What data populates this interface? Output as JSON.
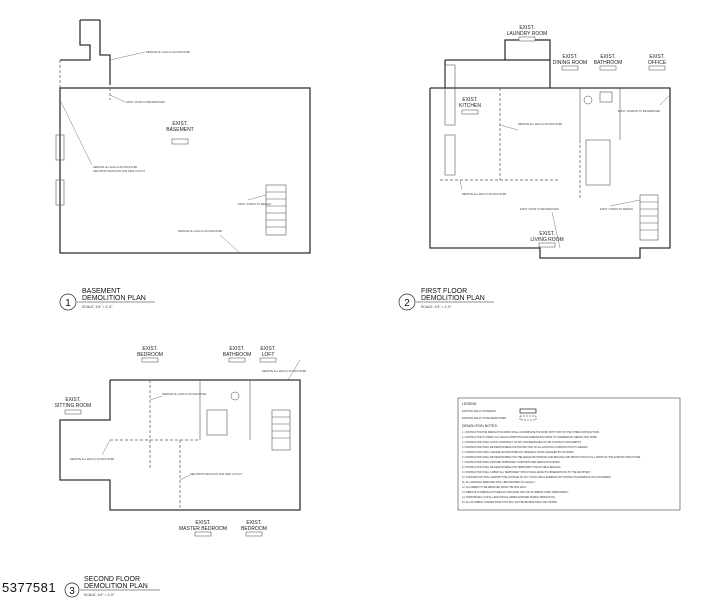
{
  "mls_id": "5377581",
  "plans": [
    {
      "number": "1",
      "title_line1": "BASEMENT",
      "title_line2": "DEMOLITION PLAN",
      "scale": "SCALE: 1/4\" = 1'-0\""
    },
    {
      "number": "2",
      "title_line1": "FIRST FLOOR",
      "title_line2": "DEMOLITION PLAN",
      "scale": "SCALE: 1/4\" = 1'-0\""
    },
    {
      "number": "3",
      "title_line1": "SECOND FLOOR",
      "title_line2": "DEMOLITION PLAN",
      "scale": "SCALE: 1/4\" = 1'-0\""
    }
  ],
  "rooms": {
    "basement": {
      "line1": "EXIST.",
      "line2": "BASEMENT"
    },
    "laundry": {
      "line1": "EXIST.",
      "line2": "LAUNDRY ROOM"
    },
    "dining": {
      "line1": "EXIST.",
      "line2": "DINING ROOM"
    },
    "bathroom_1": {
      "line1": "EXIST.",
      "line2": "BATHROOM"
    },
    "office": {
      "line1": "EXIST.",
      "line2": "OFFICE"
    },
    "kitchen": {
      "line1": "EXIST.",
      "line2": "KITCHEN"
    },
    "living": {
      "line1": "EXIST.",
      "line2": "LIVING ROOM"
    },
    "bedroom_top": {
      "line1": "EXIST.",
      "line2": "BEDROOM"
    },
    "bathroom_2": {
      "line1": "EXIST.",
      "line2": "BATHROOM"
    },
    "loft": {
      "line1": "EXIST.",
      "line2": "LOFT"
    },
    "sitting": {
      "line1": "EXIST.",
      "line2": "SITTING ROOM"
    },
    "master": {
      "line1": "EXIST.",
      "line2": "MASTER BEDROOM"
    },
    "bedroom_bottom": {
      "line1": "EXIST.",
      "line2": "BEDROOM"
    }
  },
  "notes": {
    "remove_walls": "REMOVE ALL WALLS AS INDICATED",
    "exist_door": "EXIST. DOOR TO BE REMOVED",
    "exist_window": "EXIST. WINDOW TO BE REMOVED",
    "stairs": "EXIST. STAIRS TO REMAIN",
    "new_layout": "SEE PROPOSED PLAN FOR NEW LAYOUT"
  },
  "legend": {
    "title": "LEGEND",
    "remain": "EXISTING WALLS TO REMAIN",
    "demolished": "EXISTING WALLS TO BE DEMOLISHED",
    "notes_title": "DEMOLITION NOTES:",
    "notes": [
      "1. CONTRACTOR FOR DEMOLITION WORK SHALL COORDINATE HIS WORK WITH THAT OF THE OTHER CONTRACTORS.",
      "2. CONTRACTOR TO VERIFY ALL FIELD CONDITIONS AND DIMENSIONS PRIOR TO COMMENCING DEMOLITION WORK.",
      "3. CONTRACTOR SHALL NOTIFY ARCHITECT OF ANY DISCREPANCIES IN THE CONTRACT DOCUMENTS.",
      "4. CONTRACTOR SHALL BE RESPONSIBLE FOR PROTECTION OF ALL EXISTING CONSTRUCTION TO REMAIN.",
      "5. CONTRACTOR SHALL ASSUME AND RESTORE ANY SIDEWALK WORK DAMAGED BY HIS WORK.",
      "6. CONTRACTOR SHALL BE RESPONSIBLE FOR THE ADEQUATE SHORING AND BRACING AND PROTECTION OF ALL PARTS OF THE EXISTING STRUCTURE.",
      "7. CONTRACTOR SHALL PROVIDE TEMPORARY SUPPORTS PER DEMOLITION WORK.",
      "8. CONTRACTOR SHALL BE RESPONSIBLE FOR TEMPORARY STRUCTURAL BRACING.",
      "9. CONTRACTOR SHALL SUBMIT ALL TEMPORARY STRUCTURAL EFFECTS OBSERVATIONS TO THE ARCHITECT.",
      "10. CONTRACTOR SHALL REPORT THE FOOTAGE OF ANY STRUCTURAL ELEMENT NOT SHOWN ON DRAWINGS OR UNCOVERED.",
      "11. ALL MATERIAL REMOVED SHALL BE DISPOSED OF LEGALLY.",
      "12. ALL DEBRIS TO BE REMOVED FROM THE SITE DAILY.",
      "13. REMOVE PLUMBING FIXTURES AS INDICATED AND CAP PLUMBING LINES TEMPORARILY.",
      "14. TEMPORARILY CAP ALL ELECTRICAL WIRES EXPOSED DURING DEMOLITION.",
      "15. ALL PLUMBING CONNECTIONS THAT WILL NOT BE REUSED SHALL BE CAPPED."
    ]
  },
  "colors": {
    "line": "#333333",
    "paper": "#ffffff"
  }
}
